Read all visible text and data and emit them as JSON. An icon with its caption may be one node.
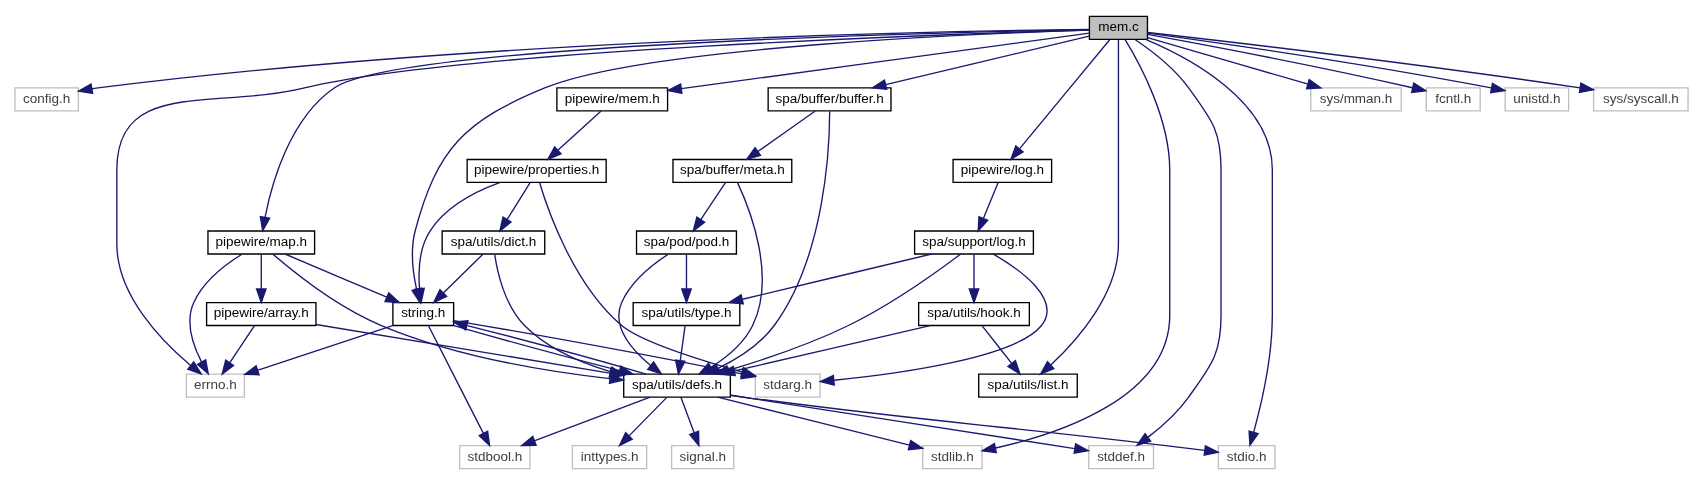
{
  "diagram": {
    "nodes": [
      {
        "text": [
          "mem.c"
        ]
      },
      {
        "text": [
          "config.h"
        ]
      },
      {
        "text": [
          "errno.h"
        ]
      },
      {
        "text": [
          "pipewire/map.h"
        ]
      },
      {
        "text": [
          "string.h"
        ]
      },
      {
        "text": [
          "pipewire/mem.h"
        ]
      },
      {
        "text": [
          "spa/buffer/buffer.h"
        ]
      },
      {
        "text": [
          "pipewire/log.h"
        ]
      },
      {
        "text": [
          "spa/utils/list.h"
        ]
      },
      {
        "text": [
          "stdlib.h"
        ]
      },
      {
        "text": [
          "stddef.h"
        ]
      },
      {
        "text": [
          "stdio.h"
        ]
      },
      {
        "text": [
          "sys/mman.h"
        ]
      },
      {
        "text": [
          "fcntl.h"
        ]
      },
      {
        "text": [
          "unistd.h"
        ]
      },
      {
        "text": [
          "sys/syscall.h"
        ]
      },
      {
        "text": [
          "pipewire/properties.h"
        ]
      },
      {
        "text": [
          "spa/buffer/meta.h"
        ]
      },
      {
        "text": [
          "spa/support/log.h"
        ]
      },
      {
        "text": [
          "spa/utils/dict.h"
        ]
      },
      {
        "text": [
          "spa/pod/pod.h"
        ]
      },
      {
        "text": [
          "pipewire/array.h"
        ]
      },
      {
        "text": [
          "spa/utils/defs.h"
        ]
      },
      {
        "text": [
          "spa/utils/type.h"
        ]
      },
      {
        "text": [
          "spa/utils/hook.h"
        ]
      },
      {
        "text": [
          "stdarg.h"
        ]
      },
      {
        "text": [
          "stdbool.h"
        ]
      },
      {
        "text": [
          "inttypes.h"
        ]
      },
      {
        "text": [
          "signal.h"
        ]
      }
    ],
    "edges": [
      {
        "from": 0,
        "to": 1,
        "arrow": "to"
      },
      {
        "from": 0,
        "to": 2,
        "arrow": "to"
      },
      {
        "from": 0,
        "to": 3,
        "arrow": "to"
      },
      {
        "from": 0,
        "to": 4,
        "arrow": "to"
      },
      {
        "from": 0,
        "to": 5,
        "arrow": "to"
      },
      {
        "from": 0,
        "to": 6,
        "arrow": "to"
      },
      {
        "from": 0,
        "to": 7,
        "arrow": "to"
      },
      {
        "from": 0,
        "to": 8,
        "arrow": "to"
      },
      {
        "from": 0,
        "to": 9,
        "arrow": "to"
      },
      {
        "from": 0,
        "to": 10,
        "arrow": "to"
      },
      {
        "from": 0,
        "to": 11,
        "arrow": "to"
      },
      {
        "from": 0,
        "to": 12,
        "arrow": "to"
      },
      {
        "from": 0,
        "to": 13,
        "arrow": "to"
      },
      {
        "from": 0,
        "to": 14,
        "arrow": "to"
      },
      {
        "from": 0,
        "to": 15,
        "arrow": "to"
      },
      {
        "from": 3,
        "to": 2,
        "arrow": "to"
      },
      {
        "from": 3,
        "to": 21,
        "arrow": "to"
      },
      {
        "from": 3,
        "to": 4,
        "arrow": "to"
      },
      {
        "from": 3,
        "to": 22,
        "arrow": "to"
      },
      {
        "from": 4,
        "to": 2,
        "arrow": "to"
      },
      {
        "from": 4,
        "to": 25,
        "arrow": "to"
      },
      {
        "from": 4,
        "to": 26,
        "arrow": "to"
      },
      {
        "from": 4,
        "to": 22,
        "arrow": "to"
      },
      {
        "from": 5,
        "to": 16,
        "arrow": "to"
      },
      {
        "from": 6,
        "to": 22,
        "arrow": "to"
      },
      {
        "from": 6,
        "to": 17,
        "arrow": "to"
      },
      {
        "from": 7,
        "to": 18,
        "arrow": "to"
      },
      {
        "from": 16,
        "to": 4,
        "arrow": "to"
      },
      {
        "from": 16,
        "to": 19,
        "arrow": "to"
      },
      {
        "from": 16,
        "to": 25,
        "arrow": "to"
      },
      {
        "from": 17,
        "to": 22,
        "arrow": "to"
      },
      {
        "from": 17,
        "to": 20,
        "arrow": "to"
      },
      {
        "from": 18,
        "to": 23,
        "arrow": "to"
      },
      {
        "from": 18,
        "to": 25,
        "arrow": "to"
      },
      {
        "from": 18,
        "to": 22,
        "arrow": "to"
      },
      {
        "from": 18,
        "to": 24,
        "arrow": "to"
      },
      {
        "from": 19,
        "to": 4,
        "arrow": "to"
      },
      {
        "from": 19,
        "to": 22,
        "arrow": "to"
      },
      {
        "from": 20,
        "to": 23,
        "arrow": "to"
      },
      {
        "from": 20,
        "to": 22,
        "arrow": "to"
      },
      {
        "from": 21,
        "to": 2,
        "arrow": "to"
      },
      {
        "from": 21,
        "to": 22,
        "arrow": "to"
      },
      {
        "from": 22,
        "to": 4,
        "arrow": "to"
      },
      {
        "from": 22,
        "to": 26,
        "arrow": "to"
      },
      {
        "from": 22,
        "to": 27,
        "arrow": "to"
      },
      {
        "from": 22,
        "to": 28,
        "arrow": "to"
      },
      {
        "from": 22,
        "to": 9,
        "arrow": "to"
      },
      {
        "from": 22,
        "to": 10,
        "arrow": "to"
      },
      {
        "from": 22,
        "to": 11,
        "arrow": "to"
      },
      {
        "from": 23,
        "to": 22,
        "arrow": "to"
      },
      {
        "from": 24,
        "to": 22,
        "arrow": "to"
      },
      {
        "from": 24,
        "to": 8,
        "arrow": "to"
      }
    ]
  }
}
